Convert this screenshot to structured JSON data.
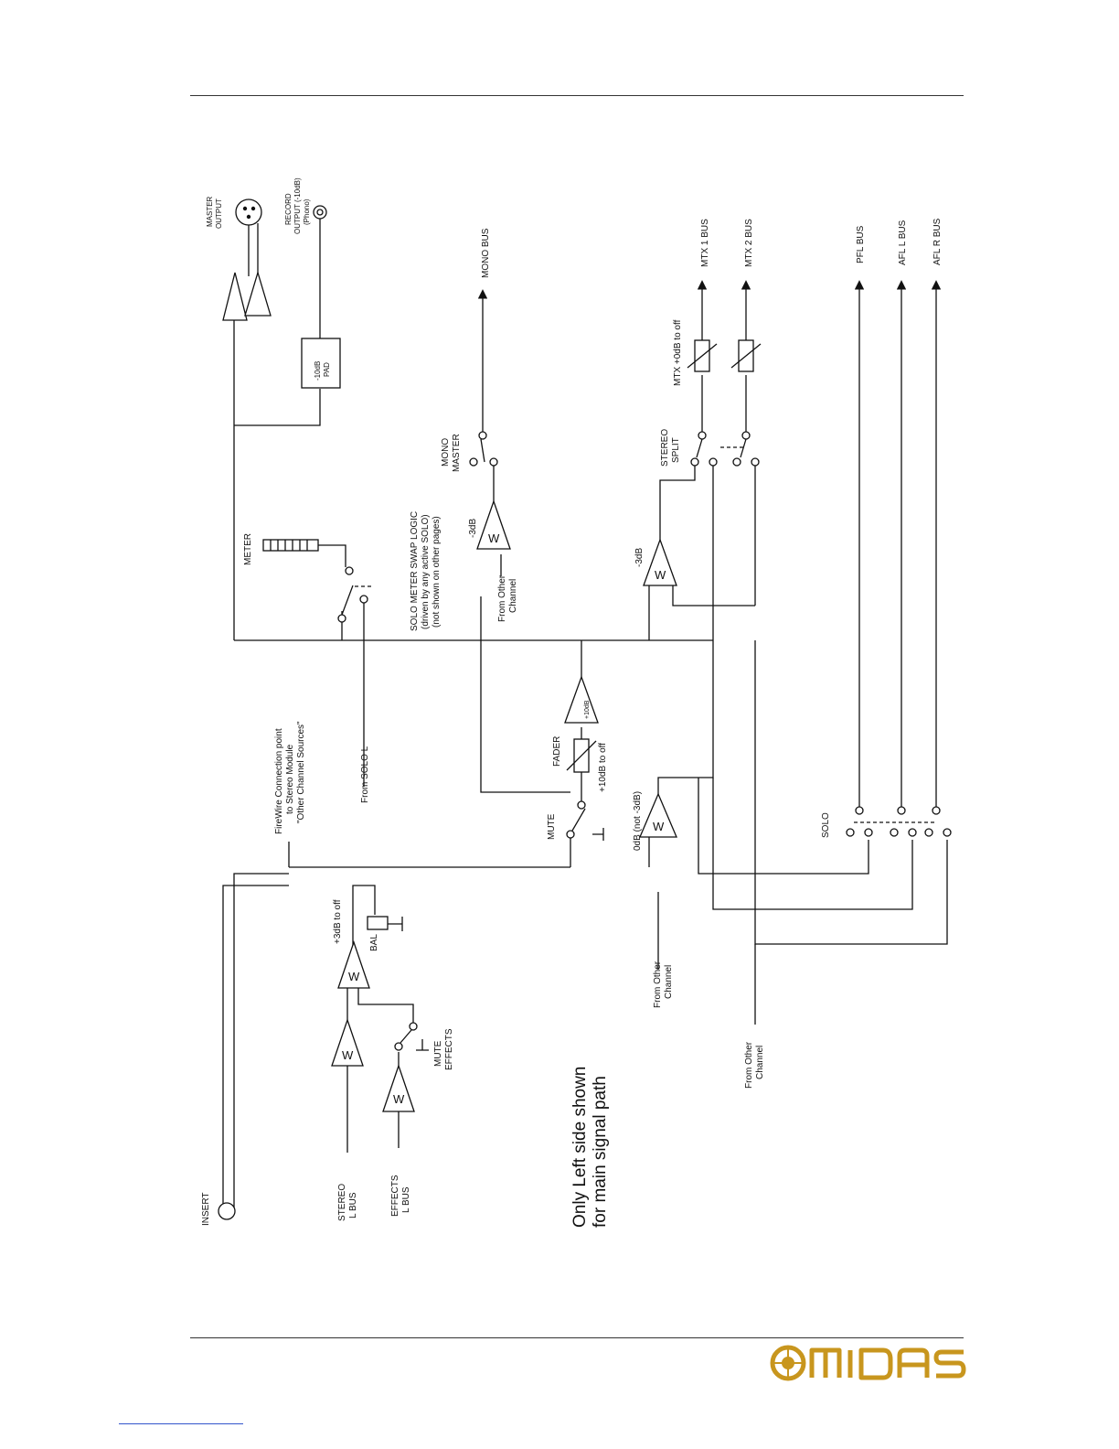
{
  "brand": {
    "name": "MIDAS",
    "color": "#c8961e"
  },
  "labels": {
    "insert": "INSERT",
    "stereo_l_bus": [
      "STEREO",
      "L BUS"
    ],
    "effects_l_bus": [
      "EFFECTS",
      "L BUS"
    ],
    "mute_effects": [
      "MUTE",
      "EFFECTS"
    ],
    "bal": "BAL",
    "bal_range": "+3dB to off",
    "firewire": [
      "FireWire Connection point",
      "to Stereo Module",
      "\"Other Channel Sources\""
    ],
    "from_solo_l": "From SOLO L",
    "mute": "MUTE",
    "fader": "FADER",
    "fader_range": "+10dB to off",
    "fader_amp": "+10dB",
    "zero_db": "0dB (not -3dB)",
    "from_other_channel_1": [
      "From Other",
      "Channel"
    ],
    "from_other_channel_2": [
      "From Other",
      "Channel"
    ],
    "from_other_channel_3": [
      "From Other",
      "Channel"
    ],
    "solo": "SOLO",
    "solo_meter_swap": [
      "SOLO METER SWAP LOGIC",
      "(driven by any active SOLO)",
      "(not shown on other pages)"
    ],
    "meter": "METER",
    "mono_gain": "-3dB",
    "mono_master": [
      "MONO",
      "MASTER"
    ],
    "mono_bus": "MONO BUS",
    "mtx_gain": "-3dB",
    "stereo_split": [
      "STEREO",
      "SPLIT"
    ],
    "mtx_range": "MTX +0dB to off",
    "mtx1_bus": "MTX 1 BUS",
    "mtx2_bus": "MTX 2 BUS",
    "pfl_bus": "PFL BUS",
    "afl_l_bus": "AFL L BUS",
    "afl_r_bus": "AFL R BUS",
    "pad": [
      "-10dB",
      "PAD"
    ],
    "master_output": [
      "MASTER",
      "OUTPUT"
    ],
    "record_output": [
      "RECORD",
      "OUTPUT (-10dB)",
      "(Phono)"
    ],
    "note": [
      "Only Left side shown",
      "for main signal path"
    ],
    "amp_symbol": "W"
  }
}
